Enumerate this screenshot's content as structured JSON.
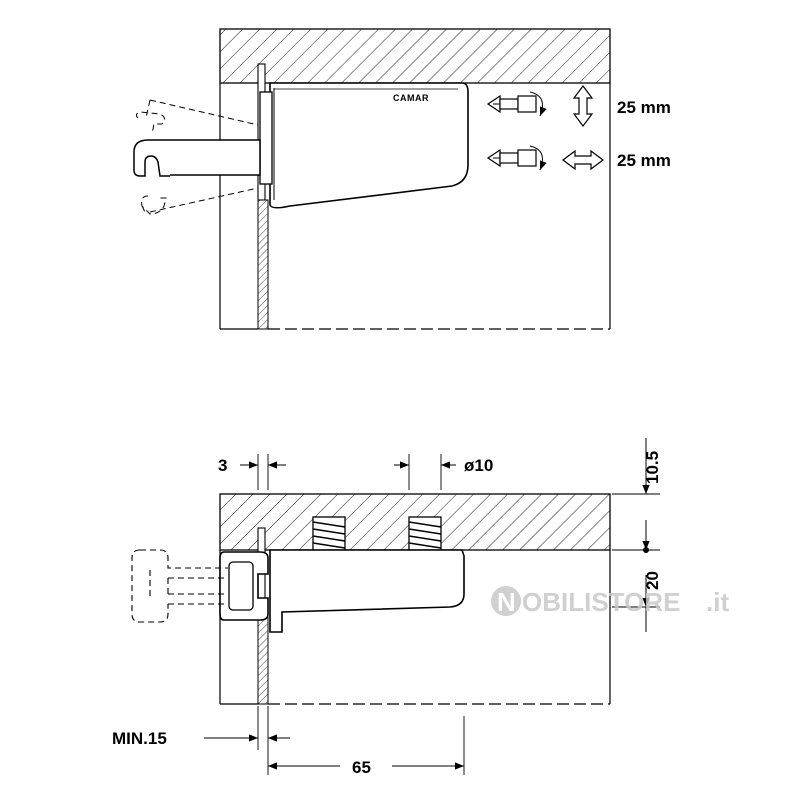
{
  "brand": {
    "label": "CAMAR"
  },
  "adjustments": [
    {
      "label": "25 mm",
      "direction": "vertical",
      "icon": "vertical-adjust-arrow-icon"
    },
    {
      "label": "25 mm",
      "direction": "horizontal",
      "icon": "horizontal-adjust-arrow-icon"
    }
  ],
  "dimensions": {
    "side_thickness": "3",
    "hole_diameter": "ø10",
    "top_offset": "10.5",
    "bracket_height": "20",
    "min_panel": "MIN.15",
    "depth": "65"
  },
  "watermark": {
    "logo_letter": "N",
    "text": "OBILISTORE",
    "suffix": ".it",
    "color": "#c8c8c8"
  }
}
